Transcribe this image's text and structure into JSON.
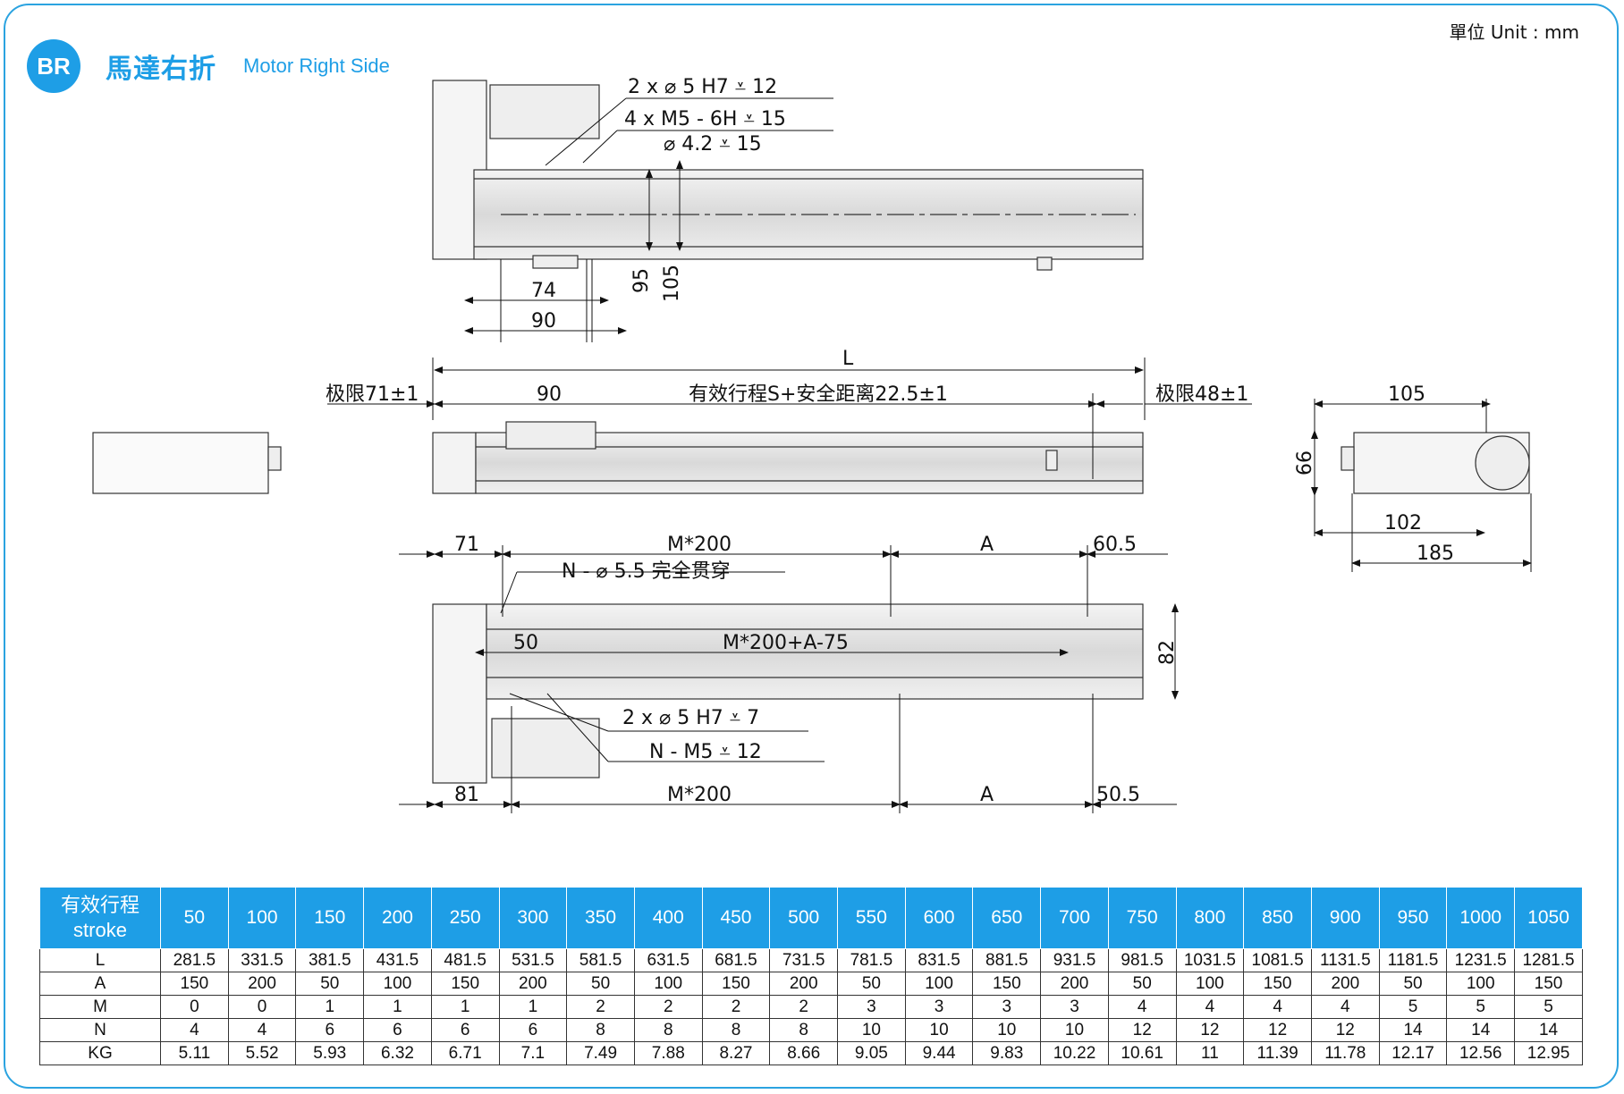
{
  "header": {
    "badge": "BR",
    "title_zh": "馬達右折",
    "title_en": "Motor Right Side",
    "unit": "單位 Unit : mm"
  },
  "annotations": {
    "top_hole1": "2 x ⌀ 5 H7 ⩡ 12",
    "top_hole2": "4 x  M5 - 6H ⩡ 15",
    "top_hole3": "⌀ 4.2 ⩡ 15",
    "d74": "74",
    "d90a": "90",
    "d95": "95",
    "d105a": "105",
    "L": "L",
    "limit_left": "极限71±1",
    "d90b": "90",
    "stroke_label": "有效行程S+安全距离22.5±1",
    "limit_right": "极限48±1",
    "d105b": "105",
    "d66": "66",
    "d102": "102",
    "d185": "185",
    "d71": "71",
    "m200a": "M*200",
    "Aa": "A",
    "d60_5": "60.5",
    "n_hole": "N - ⌀ 5.5 完全贯穿",
    "d50": "50",
    "m200a75": "M*200+A-75",
    "d82": "82",
    "hole2": "2 x ⌀ 5 H7 ⩡ 7",
    "hole3": "N - M5 ⩡ 12",
    "d81": "81",
    "m200b": "M*200",
    "Ab": "A",
    "d50_5": "50.5"
  },
  "table": {
    "header_zh": "有效行程",
    "header_en": "stroke",
    "strokes": [
      "50",
      "100",
      "150",
      "200",
      "250",
      "300",
      "350",
      "400",
      "450",
      "500",
      "550",
      "600",
      "650",
      "700",
      "750",
      "800",
      "850",
      "900",
      "950",
      "1000",
      "1050"
    ],
    "rows": [
      {
        "label": "L",
        "values": [
          "281.5",
          "331.5",
          "381.5",
          "431.5",
          "481.5",
          "531.5",
          "581.5",
          "631.5",
          "681.5",
          "731.5",
          "781.5",
          "831.5",
          "881.5",
          "931.5",
          "981.5",
          "1031.5",
          "1081.5",
          "1131.5",
          "1181.5",
          "1231.5",
          "1281.5"
        ]
      },
      {
        "label": "A",
        "values": [
          "150",
          "200",
          "50",
          "100",
          "150",
          "200",
          "50",
          "100",
          "150",
          "200",
          "50",
          "100",
          "150",
          "200",
          "50",
          "100",
          "150",
          "200",
          "50",
          "100",
          "150"
        ]
      },
      {
        "label": "M",
        "values": [
          "0",
          "0",
          "1",
          "1",
          "1",
          "1",
          "2",
          "2",
          "2",
          "2",
          "3",
          "3",
          "3",
          "3",
          "4",
          "4",
          "4",
          "4",
          "5",
          "5",
          "5"
        ]
      },
      {
        "label": "N",
        "values": [
          "4",
          "4",
          "6",
          "6",
          "6",
          "6",
          "8",
          "8",
          "8",
          "8",
          "10",
          "10",
          "10",
          "10",
          "12",
          "12",
          "12",
          "12",
          "14",
          "14",
          "14"
        ]
      },
      {
        "label": "KG",
        "values": [
          "5.11",
          "5.52",
          "5.93",
          "6.32",
          "6.71",
          "7.1",
          "7.49",
          "7.88",
          "8.27",
          "8.66",
          "9.05",
          "9.44",
          "9.83",
          "10.22",
          "10.61",
          "11",
          "11.39",
          "11.78",
          "12.17",
          "12.56",
          "12.95"
        ]
      }
    ]
  },
  "colors": {
    "accent": "#1e9ee6",
    "frame": "#2ba3e0"
  }
}
